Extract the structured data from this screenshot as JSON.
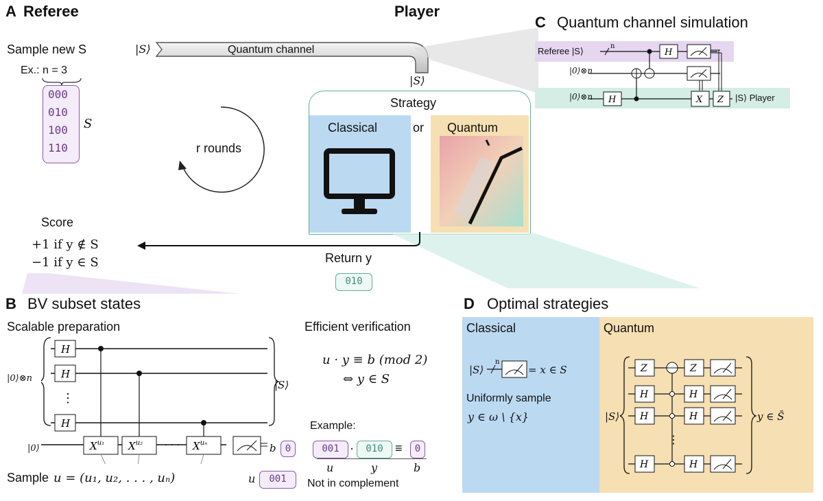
{
  "panel_a": {
    "letter": "A",
    "title": "Referee",
    "player_title": "Player",
    "sample_label": "Sample new S",
    "example_label": "Ex.: n = 3",
    "set_values": [
      "000",
      "010",
      "100",
      "110"
    ],
    "set_label": "S",
    "ket_s_left": "|S⟩",
    "channel_label": "Quantum channel",
    "ket_s_down": "|S⟩",
    "rounds_label": "r rounds",
    "strategy_label": "Strategy",
    "classical_label": "Classical",
    "or_label": "or",
    "quantum_label": "Quantum",
    "score_title": "Score",
    "score_plus": "+1 if y ∉ S",
    "score_minus": "−1 if y ∈ S",
    "return_label": "Return y",
    "return_value": "010"
  },
  "panel_b": {
    "letter": "B",
    "title": "BV subset states",
    "prep_label": "Scalable preparation",
    "verify_label": "Efficient verification",
    "verify_eq1": "u · y ≡ b (mod 2)",
    "verify_eq2": "⇔ y ∈ S",
    "example_label": "Example:",
    "example_u": "001",
    "example_y": "010",
    "example_b": "0",
    "sub_u": "u",
    "sub_y": "y",
    "sub_b": "b",
    "not_complement": "Not in complement",
    "ket_zero_n": "|0⟩⊗n",
    "ket_zero": "|0⟩",
    "ket_s_out": "|S⟩",
    "gate_h": "H",
    "gate_x1": "Xᵘ¹",
    "gate_x2": "Xᵘ²",
    "gate_xn": "Xᵘⁿ",
    "dots": "⋮",
    "hdots": "· · ·",
    "b_label": "b",
    "b_value": "0",
    "sample_text": "Sample",
    "sample_formula": "u = (u₁, u₂, . . . , uₙ)",
    "u_label": "u",
    "u_value": "001"
  },
  "panel_c": {
    "letter": "C",
    "title": "Quantum channel simulation",
    "referee_label": "Referee |S⟩",
    "wire_n": "n",
    "ket_zero_n_1": "|0⟩⊗n",
    "ket_zero_n_2": "|0⟩⊗n",
    "gate_h": "H",
    "gate_x": "X",
    "gate_z": "Z",
    "player_label": "|S⟩ Player"
  },
  "panel_d": {
    "letter": "D",
    "title": "Optimal strategies",
    "classical_label": "Classical",
    "quantum_label": "Quantum",
    "classical_ket": "|S⟩",
    "classical_n": "n",
    "classical_result": "= x ∈ S",
    "uniform_label": "Uniformly sample",
    "uniform_formula": "y ∈ ω \\ {x}",
    "quantum_ket": "|S⟩",
    "quantum_result": "y ∈ S̄",
    "gate_z": "Z",
    "gate_h": "H",
    "vdots": "⋮"
  },
  "colors": {
    "purple": "#8a5aa8",
    "purple_bg": "#e9dcf2",
    "teal": "#5fae9a",
    "teal_bg": "#d6efe8",
    "classical_bg": "#bcd9f2",
    "quantum_bg": "#f6dfb2"
  }
}
